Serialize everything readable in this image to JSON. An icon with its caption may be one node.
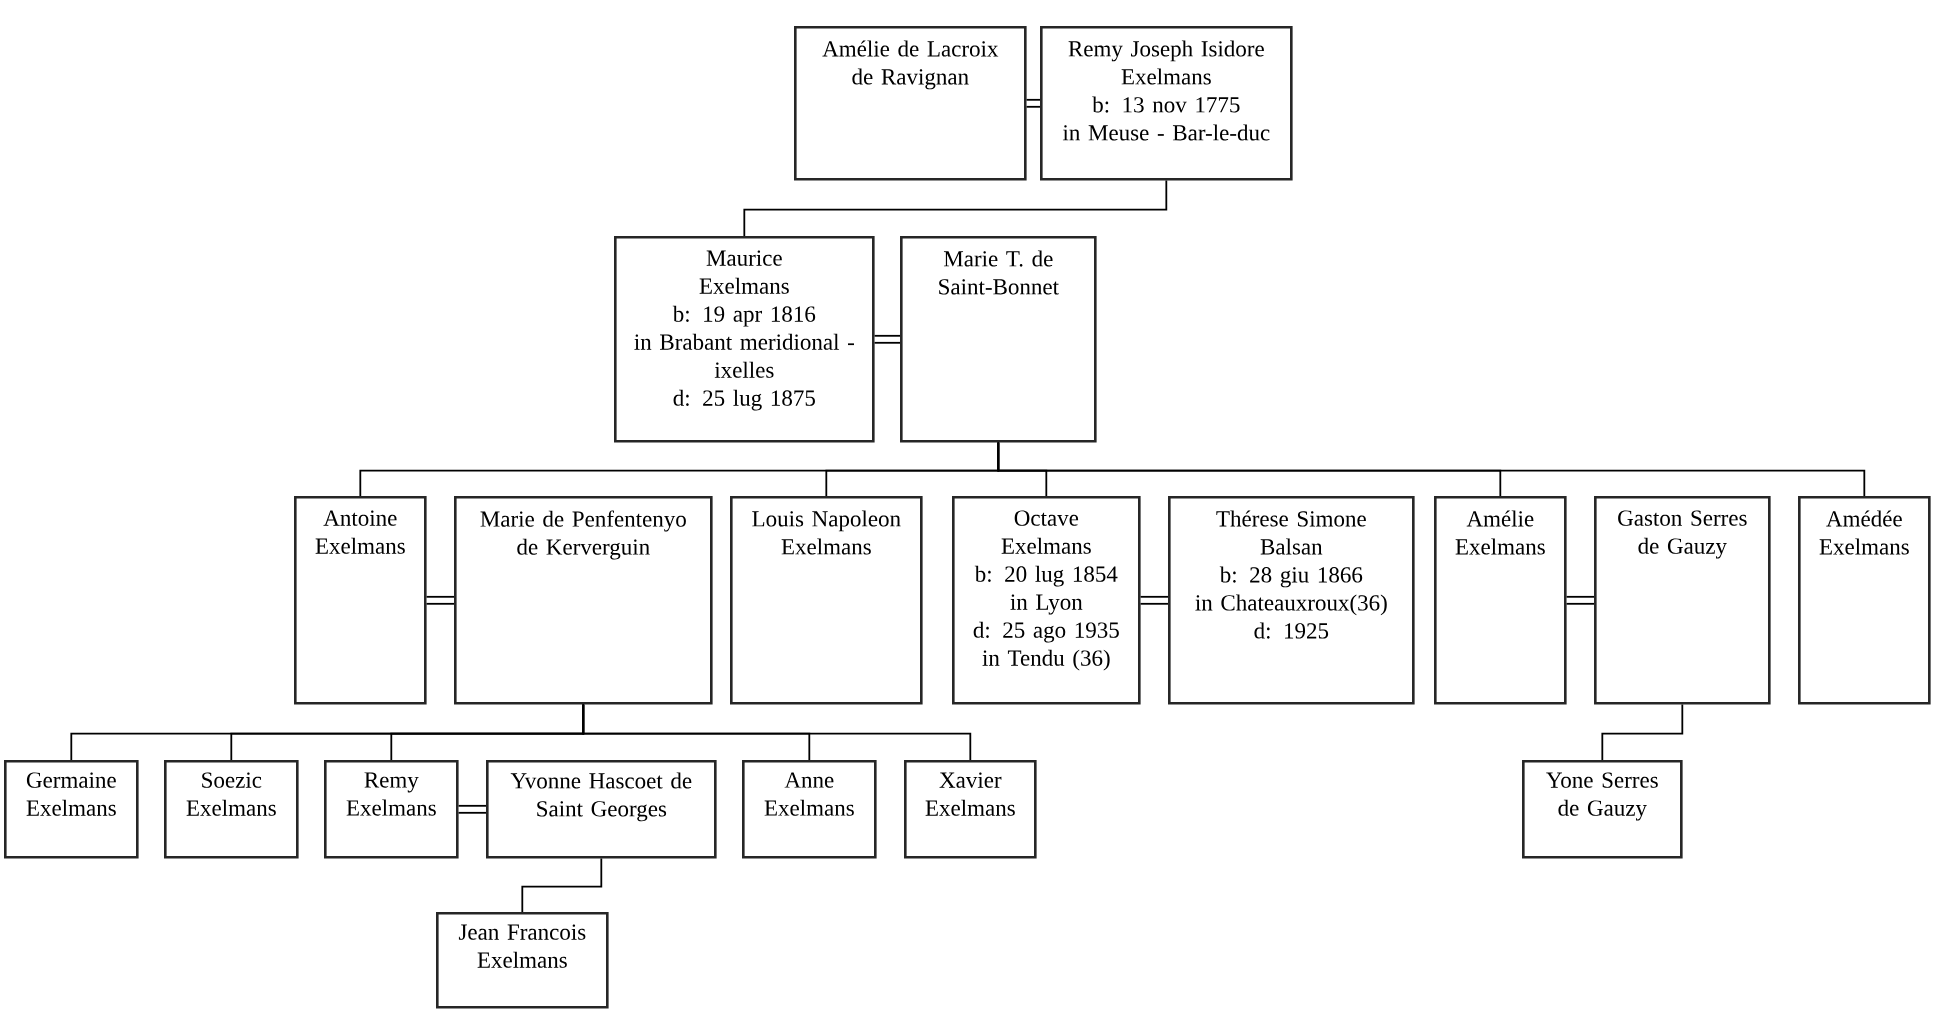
{
  "diagram": {
    "nodes": [
      {
        "text": [
          "Amélie de Lacroix de Ravignan"
        ]
      },
      {
        "text": [
          "Remy Joseph Isidore Exelmans",
          "b: 13 nov 1775",
          "in Meuse - Bar-le-duc"
        ]
      },
      {
        "text": [
          "Maurice Exelmans",
          "b: 19 apr 1816",
          "in Brabant meridional - ixelles",
          "d: 25 lug 1875"
        ]
      },
      {
        "text": [
          "Marie T. de Saint-Bonnet"
        ]
      },
      {
        "text": [
          "Antoine Exelmans"
        ]
      },
      {
        "text": [
          "Marie de Penfentenyo de Kerverguin"
        ]
      },
      {
        "text": [
          "Louis Napoleon Exelmans"
        ]
      },
      {
        "text": [
          "Octave Exelmans",
          "b: 20 lug 1854",
          "in Lyon",
          "d: 25 ago 1935",
          "in Tendu (36)"
        ]
      },
      {
        "text": [
          "Thérese Simone Balsan",
          "b: 28 giu 1866",
          "in Chateauxroux(36)",
          "d: 1925"
        ]
      },
      {
        "text": [
          "Amélie Exelmans"
        ]
      },
      {
        "text": [
          "Gaston Serres de Gauzy"
        ]
      },
      {
        "text": [
          "Amédée Exelmans"
        ]
      },
      {
        "text": [
          "Germaine Exelmans"
        ]
      },
      {
        "text": [
          "Soezic Exelmans"
        ]
      },
      {
        "text": [
          "Remy Exelmans"
        ]
      },
      {
        "text": [
          "Yvonne Hascoet de Saint Georges"
        ]
      },
      {
        "text": [
          "Anne Exelmans"
        ]
      },
      {
        "text": [
          "Xavier Exelmans"
        ]
      },
      {
        "text": [
          "Yone Serres de Gauzy"
        ]
      },
      {
        "text": [
          "Jean Francois Exelmans"
        ]
      }
    ],
    "edges": [
      {
        "from": 0,
        "to": 1,
        "arrow": "none",
        "style": "thick"
      },
      {
        "from": 1,
        "to": 2,
        "arrow": "none"
      },
      {
        "from": 2,
        "to": 3,
        "arrow": "none",
        "style": "thick"
      },
      {
        "from": 3,
        "to": 4,
        "arrow": "none"
      },
      {
        "from": 3,
        "to": 6,
        "arrow": "none"
      },
      {
        "from": 3,
        "to": 7,
        "arrow": "none"
      },
      {
        "from": 3,
        "to": 9,
        "arrow": "none"
      },
      {
        "from": 3,
        "to": 11,
        "arrow": "none"
      },
      {
        "from": 4,
        "to": 5,
        "arrow": "none",
        "style": "thick"
      },
      {
        "from": 7,
        "to": 8,
        "arrow": "none",
        "style": "thick"
      },
      {
        "from": 9,
        "to": 10,
        "arrow": "none",
        "style": "thick"
      },
      {
        "from": 5,
        "to": 12,
        "arrow": "none"
      },
      {
        "from": 5,
        "to": 13,
        "arrow": "none"
      },
      {
        "from": 5,
        "to": 14,
        "arrow": "none"
      },
      {
        "from": 5,
        "to": 16,
        "arrow": "none"
      },
      {
        "from": 5,
        "to": 17,
        "arrow": "none"
      },
      {
        "from": 14,
        "to": 15,
        "arrow": "none",
        "style": "thick"
      },
      {
        "from": 15,
        "to": 19,
        "arrow": "none"
      },
      {
        "from": 10,
        "to": 18,
        "arrow": "none"
      }
    ]
  }
}
